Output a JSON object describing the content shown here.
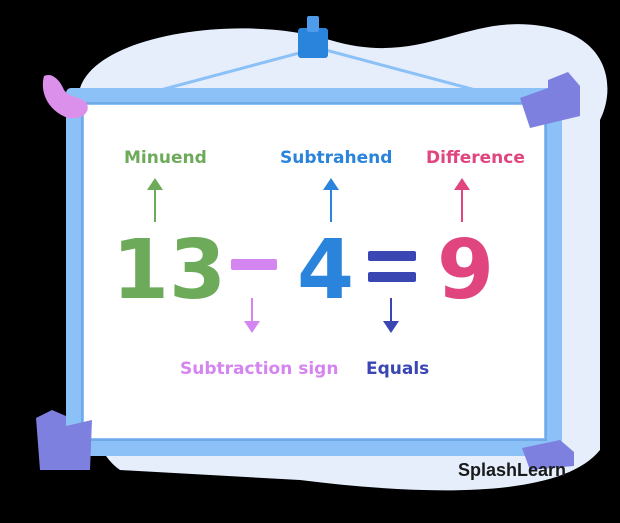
{
  "colors": {
    "background": "#000000",
    "frame": "#8CC1F7",
    "frame_inner_line": "#6FA9E6",
    "board": "#FFFFFF",
    "swirl": "#E6EEFC",
    "corner_pink": "#DB90EC",
    "corner_purple": "#7D80DE",
    "minuend": "#6DAA5A",
    "subtrahend": "#2A84DC",
    "difference": "#E0457F",
    "subtraction_sign": "#D585F0",
    "equals": "#3A47B2"
  },
  "equation": {
    "minuend": "13",
    "operator": "–",
    "subtrahend": "4",
    "equals_sign": "=",
    "difference": "9"
  },
  "labels": {
    "minuend": "Minuend",
    "subtrahend": "Subtrahend",
    "difference": "Difference",
    "subtraction_sign": "Subtraction sign",
    "equals": "Equals"
  },
  "brand": {
    "text": "SplashLearn"
  },
  "icons": {
    "up_arrow": "up-arrow-icon",
    "down_arrow": "down-arrow-icon",
    "hanger": "hanger-icon"
  }
}
